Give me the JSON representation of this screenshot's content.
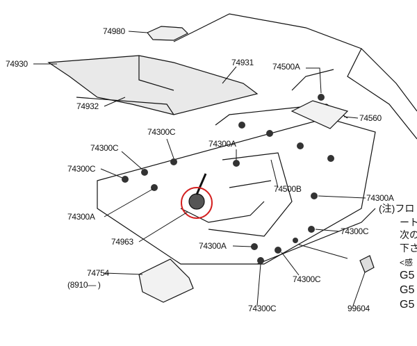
{
  "labels": {
    "l74980": "74980",
    "l74930": "74930",
    "l74931": "74931",
    "l74932": "74932",
    "l74500A": "74500A",
    "l74560": "74560",
    "l74300C_a": "74300C",
    "l74300C_b": "74300C",
    "l74300A_a": "74300A",
    "l74300C_c": "74300C",
    "l74500B": "74500B",
    "l74300A_b": "74300A",
    "l74300A_c": "74300A",
    "l74963": "74963",
    "l74300C_d": "74300C",
    "l74300A_d": "74300A",
    "l74754": "74754",
    "l8910": "(8910—      )",
    "l74300C_e": "74300C",
    "l74300C_f": "74300C",
    "l99604": "99604"
  },
  "note": {
    "lines": [
      "(注)フロ",
      "ート",
      "次の",
      "下さ",
      "<感",
      "G5",
      "G5",
      "G5"
    ]
  },
  "colors": {
    "highlight": "#d42020",
    "ink": "#111111"
  }
}
